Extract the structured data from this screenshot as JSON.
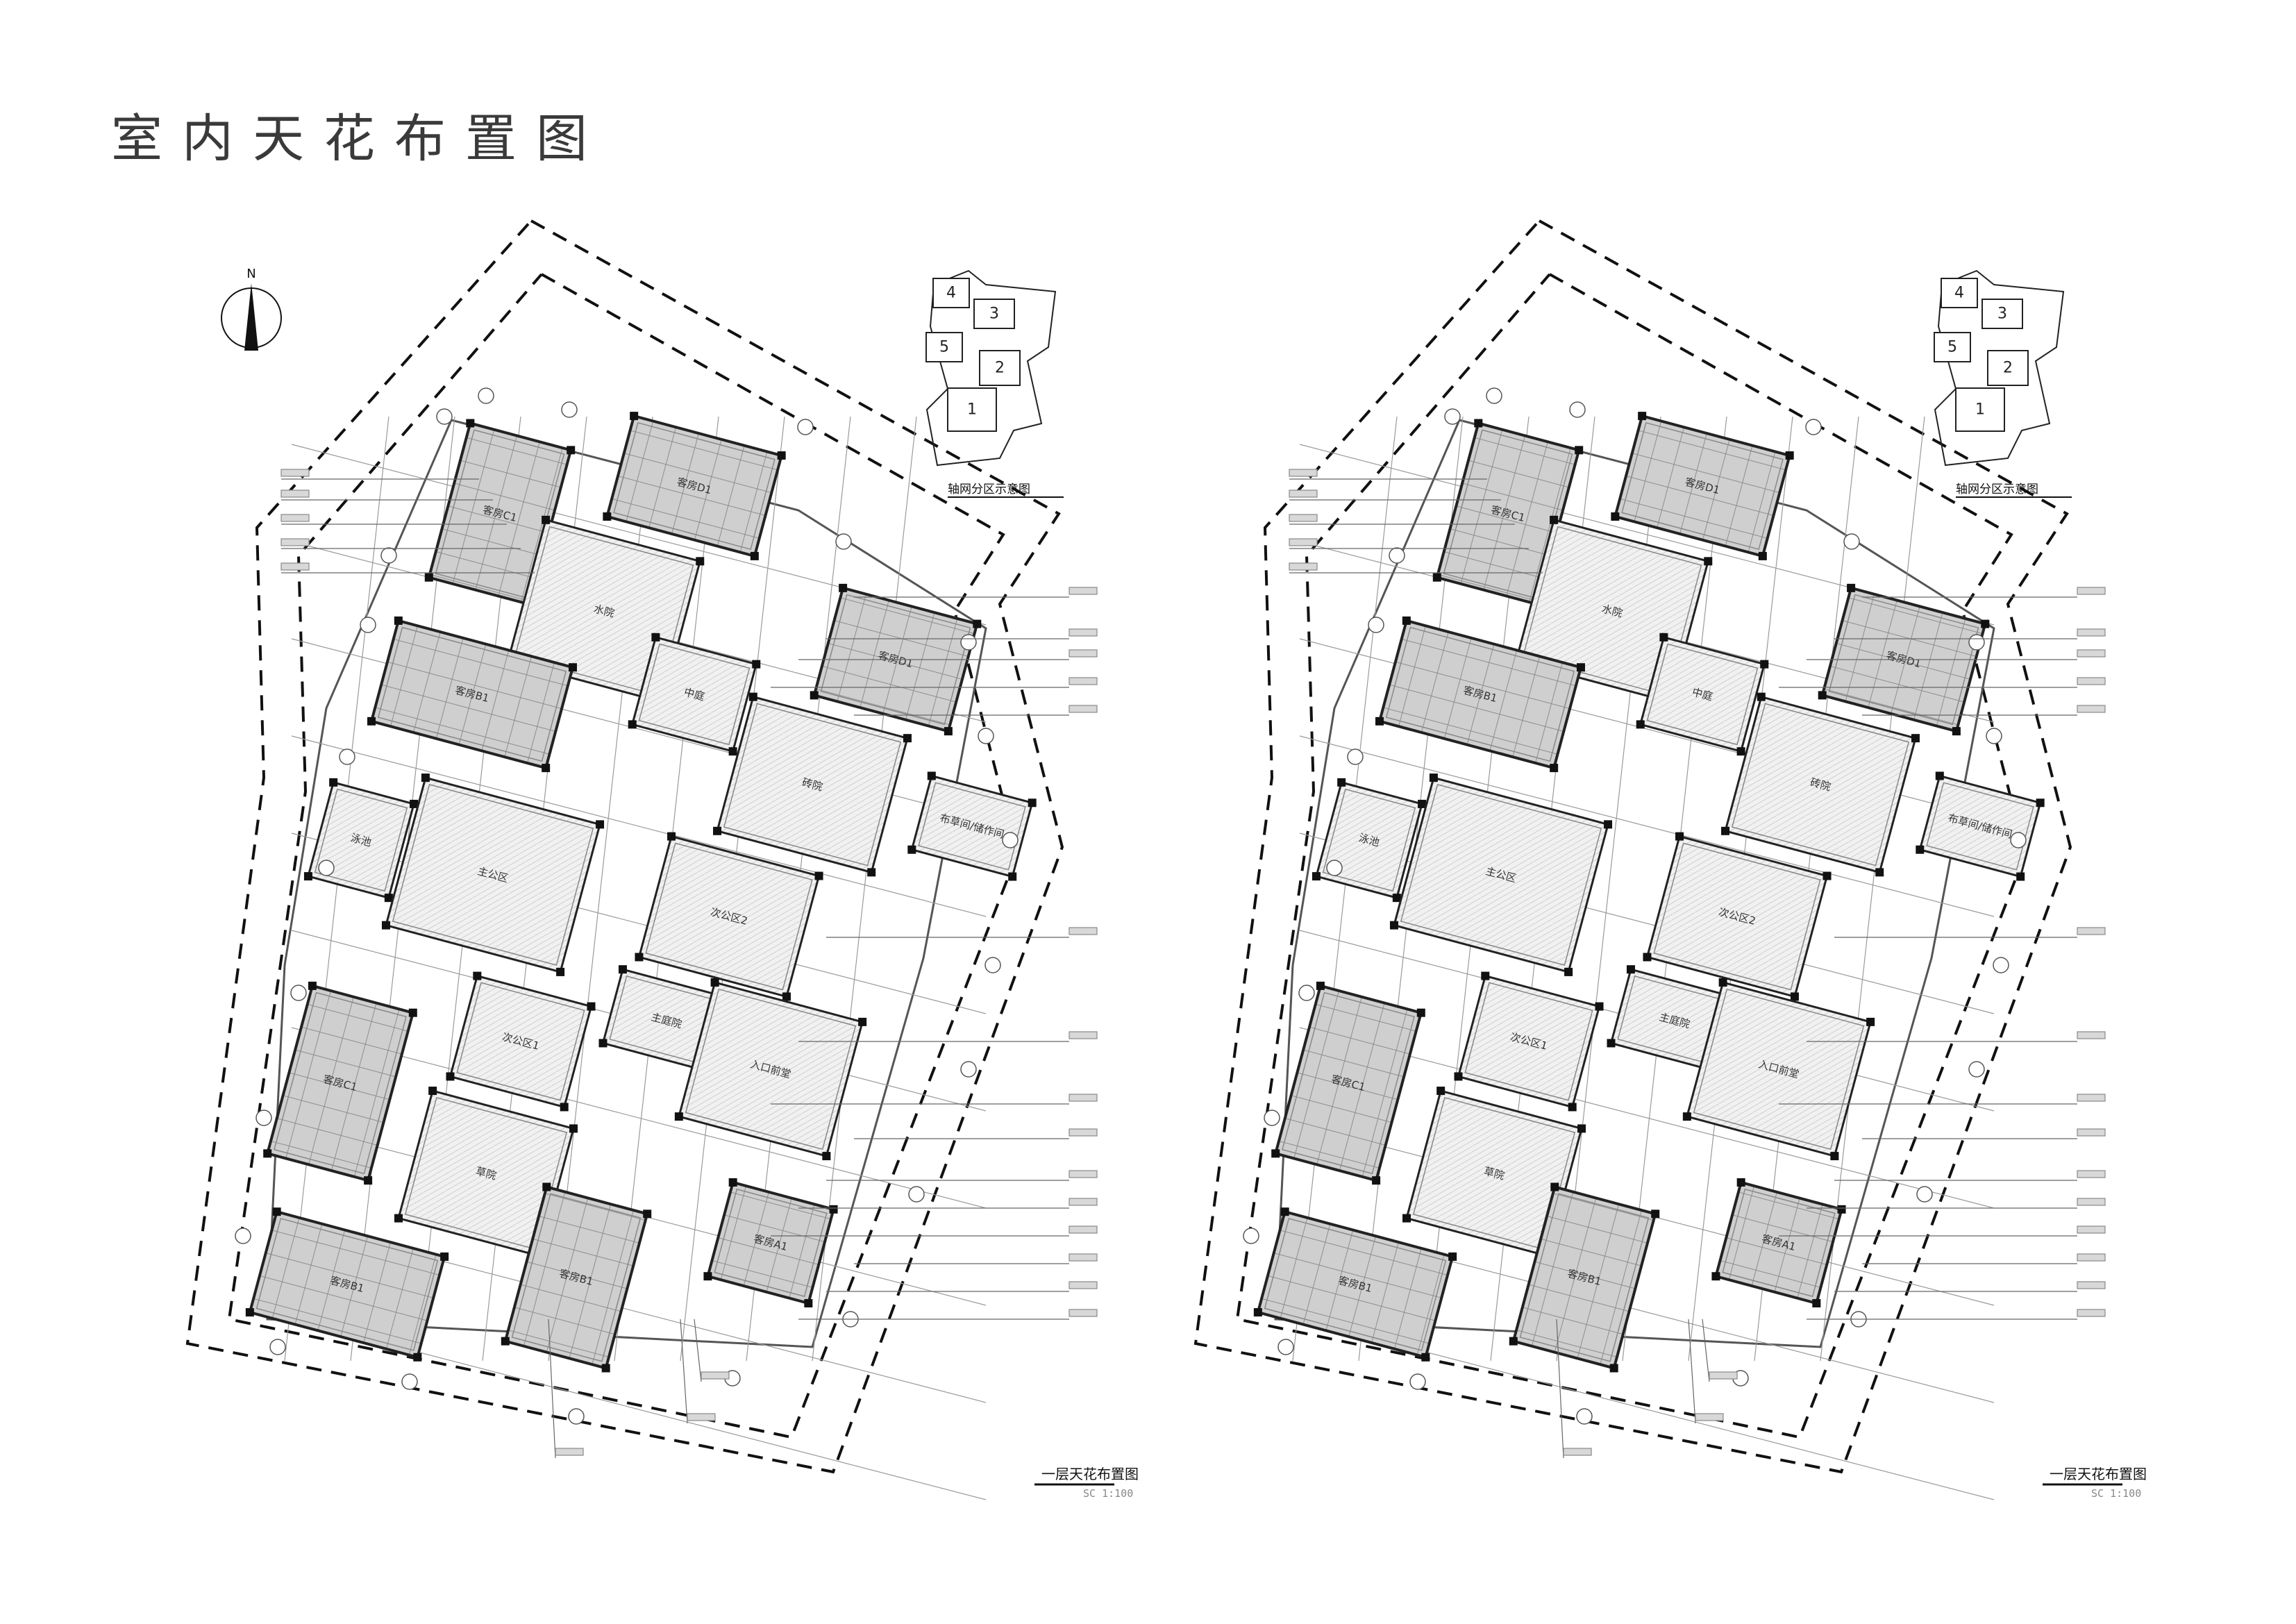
{
  "sheet": {
    "title": "室内天花布置图"
  },
  "plans": [
    {
      "id": "left",
      "plan_title": "一层天花布置图",
      "scale": "SC 1:100",
      "north_label": "N",
      "key_plan": {
        "caption": "轴网分区示意图",
        "zones": [
          "1",
          "2",
          "3",
          "4",
          "5"
        ]
      },
      "rooms": {
        "guest_c1_top": "客房C1",
        "guest_d1_top": "客房D1",
        "water_court": "水院",
        "guest_d1_right": "客房D1",
        "guest_b1_mid": "客房B1",
        "middle_court": "中庭",
        "brick_court": "砖院",
        "pool": "泳池",
        "main_office": "主公区",
        "linen_room": "布草间/储作间",
        "secondary_office_2": "次公区2",
        "main_court": "主庭院",
        "guest_c1_low": "客房C1",
        "secondary_office_1": "次公区1",
        "entrance_hall": "入口前堂",
        "grass_court": "草院",
        "guest_a1": "客房A1",
        "guest_b1_bottom": "客房B1",
        "guest_b1_bottom_left": "客房B1"
      }
    },
    {
      "id": "right",
      "plan_title": "一层天花布置图",
      "scale": "SC 1:100",
      "north_label": "",
      "key_plan": {
        "caption": "轴网分区示意图",
        "zones": [
          "1",
          "2",
          "3",
          "4",
          "5"
        ]
      },
      "rooms": {
        "guest_c1_top": "客房C1",
        "guest_d1_top": "客房D1",
        "water_court": "水院",
        "guest_d1_right": "客房D1",
        "guest_b1_mid": "客房B1",
        "middle_court": "中庭",
        "brick_court": "砖院",
        "pool": "泳池",
        "main_office": "主公区",
        "linen_room": "布草间/储作间",
        "secondary_office_2": "次公区2",
        "main_court": "主庭院",
        "guest_c1_low": "客房C1",
        "secondary_office_1": "次公区1",
        "entrance_hall": "入口前堂",
        "grass_court": "草院",
        "guest_a1": "客房A1",
        "guest_b1_bottom": "客房B1",
        "guest_b1_bottom_left": "客房B1"
      }
    }
  ]
}
